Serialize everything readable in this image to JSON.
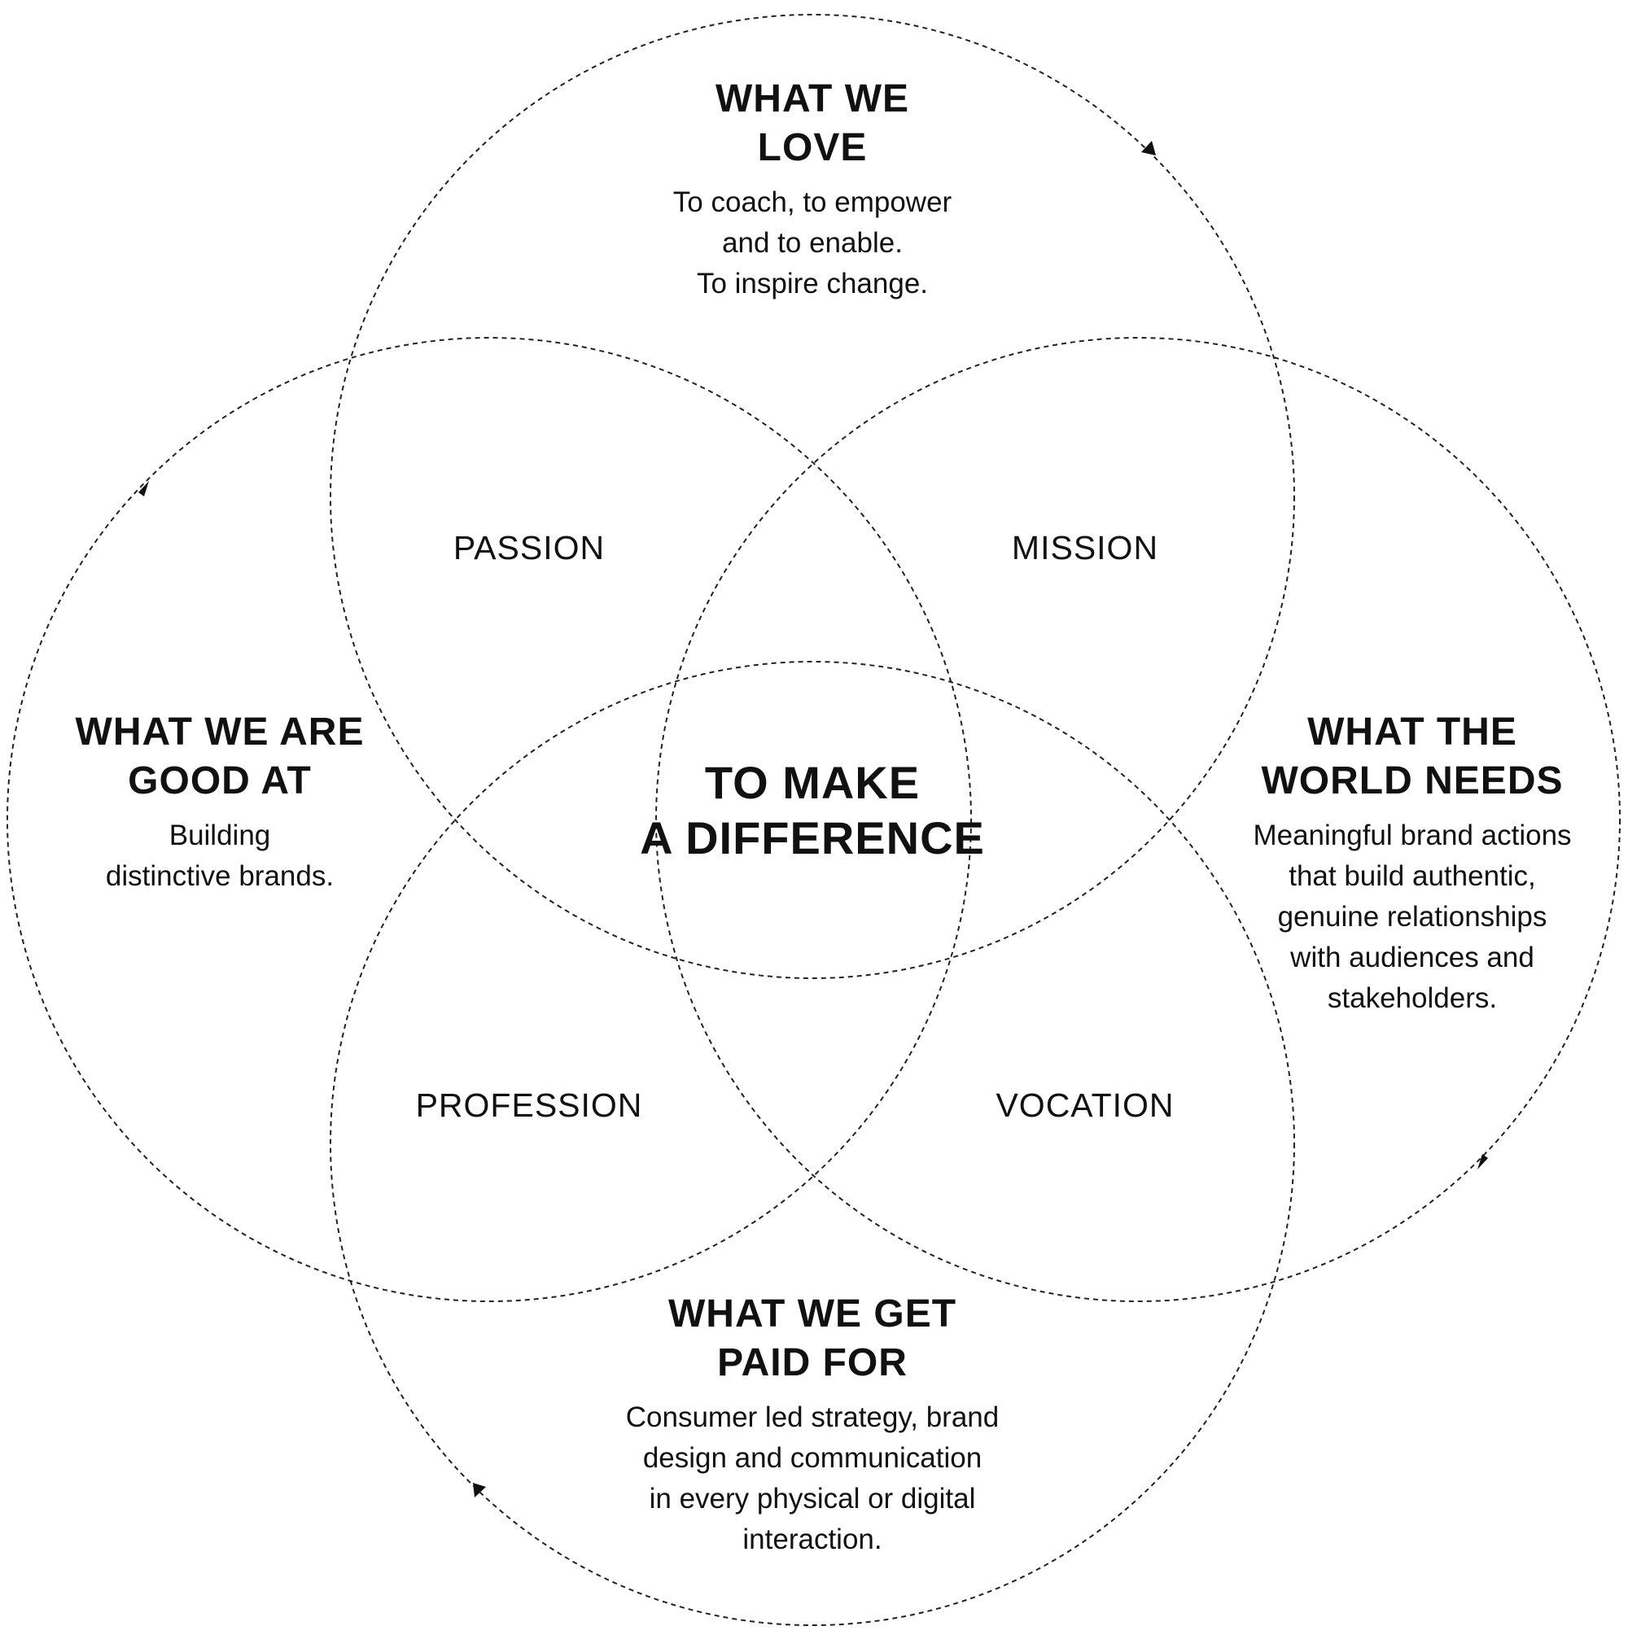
{
  "circles": {
    "love": {
      "heading": "WHAT WE\nLOVE",
      "description": "To coach, to empower\nand to enable.\nTo inspire change."
    },
    "good_at": {
      "heading": "WHAT WE ARE\nGOOD AT",
      "description": "Building\ndistinctive brands."
    },
    "world_needs": {
      "heading": "WHAT THE\nWORLD NEEDS",
      "description": "Meaningful brand actions\nthat build authentic,\ngenuine relationships\nwith audiences and\nstakeholders."
    },
    "paid_for": {
      "heading": "WHAT WE GET\nPAID FOR",
      "description": "Consumer led strategy, brand\ndesign and communication\nin every physical or digital\ninteraction."
    }
  },
  "overlaps": {
    "passion": "PASSION",
    "mission": "MISSION",
    "profession": "PROFESSION",
    "vocation": "VOCATION"
  },
  "center": "TO MAKE\nA DIFFERENCE",
  "colors": {
    "stroke": "#222222",
    "text": "#111111",
    "background": "#ffffff"
  }
}
